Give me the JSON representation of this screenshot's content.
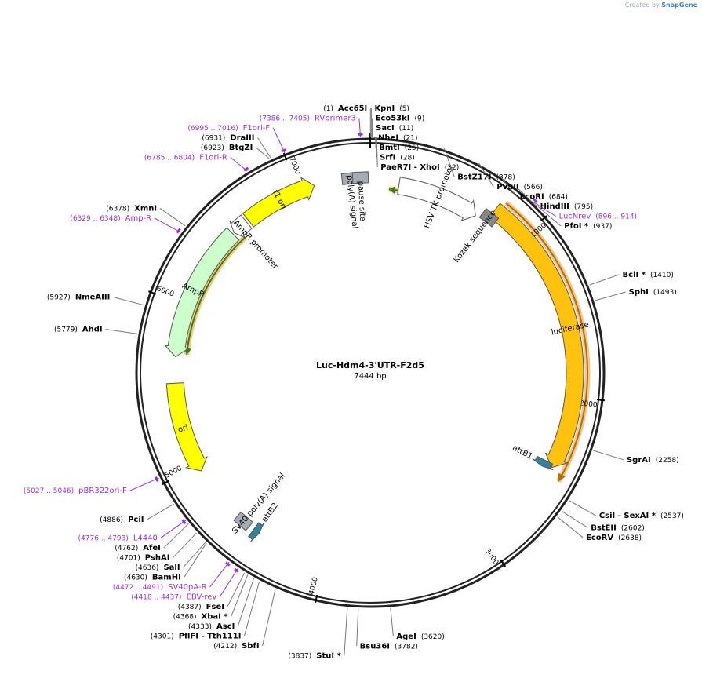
{
  "credit": {
    "created_by": "Created by",
    "brand": "SnapGene"
  },
  "plasmid": {
    "name": "Luc-Hdm4-3'UTR-F2d5",
    "length_label": "7444 bp",
    "length": 7444
  },
  "scale_ticks": [
    {
      "bp": 1000,
      "label": "1000"
    },
    {
      "bp": 2000,
      "label": "2000"
    },
    {
      "bp": 3000,
      "label": "3000"
    },
    {
      "bp": 4000,
      "label": "4000"
    },
    {
      "bp": 5000,
      "label": "5000"
    },
    {
      "bp": 6000,
      "label": "6000"
    },
    {
      "bp": 7000,
      "label": "7000"
    }
  ],
  "enzymes": [
    {
      "name": "Acc65I",
      "pos": "(1)",
      "bp": 1,
      "side": "L"
    },
    {
      "name": "KpnI",
      "pos": "(5)",
      "bp": 5,
      "side": "R"
    },
    {
      "name": "Eco53kI",
      "pos": "(9)",
      "bp": 9,
      "side": "R"
    },
    {
      "name": "SacI",
      "pos": "(11)",
      "bp": 11,
      "side": "R"
    },
    {
      "name": "NheI",
      "pos": "(21)",
      "bp": 21,
      "side": "R"
    },
    {
      "name": "BmtI",
      "pos": "(25)",
      "bp": 25,
      "side": "R"
    },
    {
      "name": "SrfI",
      "pos": "(28)",
      "bp": 28,
      "side": "R"
    },
    {
      "name": "PaeR7I  - XhoI",
      "pos": "(32)",
      "bp": 32,
      "side": "R"
    },
    {
      "name": "BstZ17I",
      "pos": "(378)",
      "bp": 378,
      "side": "R"
    },
    {
      "name": "PvuII",
      "pos": "(566)",
      "bp": 566,
      "side": "R"
    },
    {
      "name": "EcoRI",
      "pos": "(684)",
      "bp": 684,
      "side": "R"
    },
    {
      "name": "HindIII",
      "pos": "(795)",
      "bp": 795,
      "side": "R"
    },
    {
      "name": "PfoI *",
      "pos": "(937)",
      "bp": 937,
      "side": "R"
    },
    {
      "name": "BclI *",
      "pos": "(1410)",
      "bp": 1410,
      "side": "R"
    },
    {
      "name": "SphI",
      "pos": "(1493)",
      "bp": 1493,
      "side": "R"
    },
    {
      "name": "SgrAI",
      "pos": "(2258)",
      "bp": 2258,
      "side": "R"
    },
    {
      "name": "CsiI  - SexAI *",
      "pos": "(2537)",
      "bp": 2537,
      "side": "R"
    },
    {
      "name": "BstEII",
      "pos": "(2602)",
      "bp": 2602,
      "side": "R"
    },
    {
      "name": "EcoRV",
      "pos": "(2638)",
      "bp": 2638,
      "side": "R"
    },
    {
      "name": "AgeI",
      "pos": "(3620)",
      "bp": 3620,
      "side": "R"
    },
    {
      "name": "Bsu36I",
      "pos": "(3782)",
      "bp": 3782,
      "side": "R"
    },
    {
      "name": "StuI *",
      "pos": "(3837)",
      "bp": 3837,
      "side": "L"
    },
    {
      "name": "SbfI",
      "pos": "(4212)",
      "bp": 4212,
      "side": "L"
    },
    {
      "name": "PflFI  - Tth111I",
      "pos": "(4301)",
      "bp": 4301,
      "side": "L"
    },
    {
      "name": "AscI",
      "pos": "(4333)",
      "bp": 4333,
      "side": "L"
    },
    {
      "name": "XbaI *",
      "pos": "(4368)",
      "bp": 4368,
      "side": "L"
    },
    {
      "name": "FseI",
      "pos": "(4387)",
      "bp": 4387,
      "side": "L"
    },
    {
      "name": "BamHI",
      "pos": "(4630)",
      "bp": 4630,
      "side": "L"
    },
    {
      "name": "SalI",
      "pos": "(4636)",
      "bp": 4636,
      "side": "L"
    },
    {
      "name": "PshAI",
      "pos": "(4701)",
      "bp": 4701,
      "side": "L"
    },
    {
      "name": "AfeI",
      "pos": "(4762)",
      "bp": 4762,
      "side": "L"
    },
    {
      "name": "PciI",
      "pos": "(4886)",
      "bp": 4886,
      "side": "L"
    },
    {
      "name": "AhdI",
      "pos": "(5779)",
      "bp": 5779,
      "side": "L"
    },
    {
      "name": "NmeAIII",
      "pos": "(5927)",
      "bp": 5927,
      "side": "L"
    },
    {
      "name": "XmnI",
      "pos": "(6378)",
      "bp": 6378,
      "side": "L"
    },
    {
      "name": "BtgZI",
      "pos": "(6923)",
      "bp": 6923,
      "side": "L"
    },
    {
      "name": "DraIII",
      "pos": "(6931)",
      "bp": 6931,
      "side": "L"
    }
  ],
  "primers": [
    {
      "name": "RVprimer3",
      "range": "(7386 .. 7405)",
      "bp": 7395,
      "side": "L"
    },
    {
      "name": "F1ori-F",
      "range": "(6995 .. 7016)",
      "bp": 7005,
      "side": "L"
    },
    {
      "name": "F1ori-R",
      "range": "(6785 .. 6804)",
      "bp": 6795,
      "side": "L"
    },
    {
      "name": "Amp-R",
      "range": "(6329 .. 6348)",
      "bp": 6338,
      "side": "L"
    },
    {
      "name": "LucNrev",
      "range": "(896 .. 914)",
      "bp": 905,
      "side": "R"
    },
    {
      "name": "pBR322ori-F",
      "range": "(5027 .. 5046)",
      "bp": 5036,
      "side": "L"
    },
    {
      "name": "L4440",
      "range": "(4776 .. 4793)",
      "bp": 4784,
      "side": "L"
    },
    {
      "name": "SV40pA-R",
      "range": "(4472 .. 4491)",
      "bp": 4481,
      "side": "L"
    },
    {
      "name": "EBV-rev",
      "range": "(4418 .. 4437)",
      "bp": 4427,
      "side": "L"
    }
  ],
  "features": [
    {
      "name": "luciferase",
      "start": 775,
      "end": 2430,
      "dir": 1,
      "color": "#ffc20e",
      "label_on_arrow": true
    },
    {
      "name": "HSV TK promoter",
      "start": 180,
      "end": 700,
      "dir": 1,
      "color": "#ffffff",
      "label_on_arrow": true
    },
    {
      "name": "f1 ori",
      "start": 6645,
      "end": 7100,
      "dir": 1,
      "color": "#ffff00",
      "label_on_arrow": true
    },
    {
      "name": "AmpR promoter",
      "start": 6530,
      "end": 6630,
      "dir": -1,
      "color": "#ffffff",
      "label_on_arrow": false
    },
    {
      "name": "AmpR",
      "start": 5680,
      "end": 6520,
      "dir": -1,
      "color": "#ccffcc",
      "label_on_arrow": true
    },
    {
      "name": "ori",
      "start": 4960,
      "end": 5520,
      "dir": -1,
      "color": "#ffff00",
      "label_on_arrow": true
    },
    {
      "name": "SV40 poly(A) signal",
      "start": 4500,
      "end": 4620,
      "dir": 0,
      "color": "#a6acb3",
      "label_on_arrow": false
    },
    {
      "name": "attB2",
      "start": 4440,
      "end": 4480,
      "dir": -1,
      "color": "#31849b",
      "label_on_arrow": false
    },
    {
      "name": "attB1",
      "start": 2410,
      "end": 2450,
      "dir": 1,
      "color": "#31849b",
      "label_on_arrow": false
    },
    {
      "name": "Kozak sequence",
      "start": 770,
      "end": 780,
      "dir": 0,
      "color": "#888888",
      "label_on_arrow": false
    },
    {
      "name": "poly(A) signal",
      "start": 7300,
      "end": 7340,
      "dir": 0,
      "color": "#a6acb3",
      "label_on_arrow": false
    },
    {
      "name": "pause site",
      "start": 7350,
      "end": 7420,
      "dir": 0,
      "color": "#a6acb3",
      "label_on_arrow": false
    }
  ],
  "orfs": [
    {
      "start": 120,
      "end": 660,
      "dir": -1
    },
    {
      "start": 800,
      "end": 2480,
      "dir": 1
    },
    {
      "start": 5700,
      "end": 6560,
      "dir": -1
    }
  ]
}
